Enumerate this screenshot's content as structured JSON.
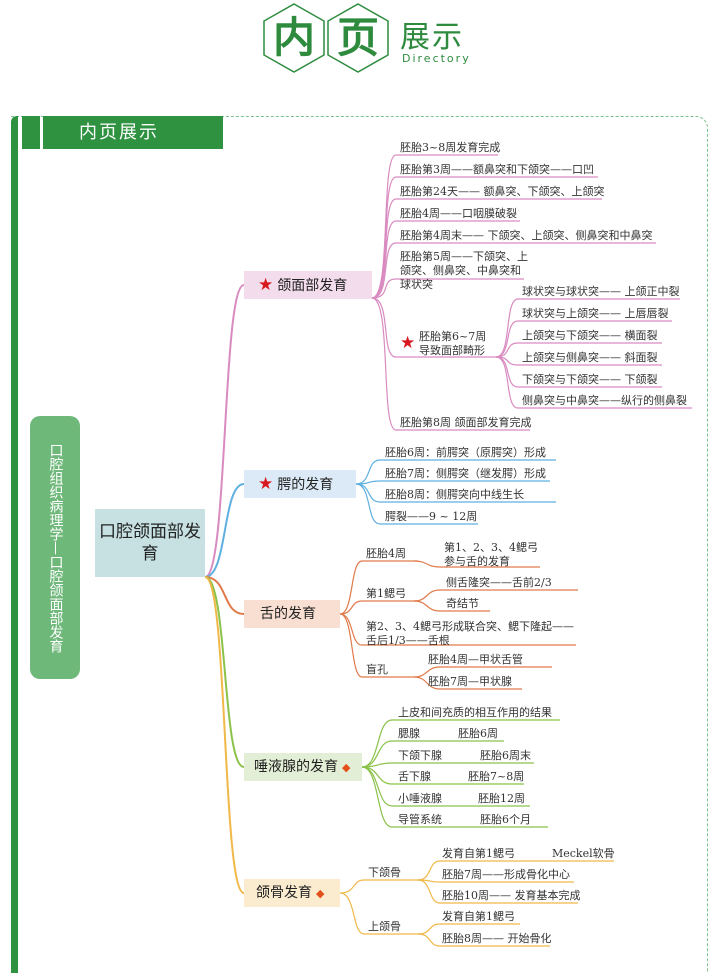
{
  "header": {
    "title_char1": "内",
    "title_char2": "页",
    "title_rest": "展示",
    "title_en": "Directory"
  },
  "colors": {
    "brand_green": "#2e9240",
    "pink_branch": "#d98bc0",
    "blue_branch": "#5fb0e0",
    "orange_branch": "#e07a4a",
    "green_branch": "#8bc24a",
    "yellow_branch": "#f0b848"
  },
  "tab_label": "内页展示",
  "side_label": "口腔组织病理学—口腔颌面部发育",
  "root_label": "口腔颌面部发育",
  "categories": [
    {
      "label": "颌面部发育",
      "icon": "star",
      "items": [
        "胚胎3~8周发育完成",
        "胚胎第3周——额鼻突和下颌突——口凹",
        "胚胎第24天—— 额鼻突、下颌突、上颌突",
        "胚胎4周——口咽膜破裂",
        "胚胎第4周末—— 下颌突、上颌突、侧鼻突和中鼻突",
        "胚胎第5周——下颌突、上颌突、侧鼻突、中鼻突和球状突",
        "胚胎第8周 颌面部发育完成"
      ],
      "sub": {
        "label": "胚胎第6~7周导致面部畸形",
        "icon": "star",
        "items": [
          "球状突与球状突—— 上颌正中裂",
          "球状突与上颌突—— 上唇唇裂",
          "上颌突与下颌突—— 横面裂",
          "上颌突与侧鼻突—— 斜面裂",
          "下颌突与下颌突—— 下颌裂",
          "侧鼻突与中鼻突——纵行的侧鼻裂"
        ]
      }
    },
    {
      "label": "腭的发育",
      "icon": "star",
      "items": [
        "胚胎6周：前腭突（原腭突）形成",
        "胚胎7周：侧腭突（继发腭）形成",
        "胚胎8周：侧腭突向中线生长",
        "腭裂——9 ~ 12周"
      ]
    },
    {
      "label": "舌的发育",
      "groups": [
        {
          "label": "胚胎4周",
          "items": [
            "第1、2、3、4鳃弓参与舌的发育"
          ]
        },
        {
          "label": "第1鳃弓",
          "items": [
            "侧舌隆突——舌前2/3",
            "奇结节"
          ]
        },
        {
          "label": "第2、3、4鳃弓形成联合突、鳃下隆起——舌后1/3——舌根",
          "items": []
        },
        {
          "label": "盲孔",
          "items": [
            "胚胎4周—甲状舌管",
            "胚胎7周—甲状腺"
          ]
        }
      ]
    },
    {
      "label": "唾液腺的发育",
      "icon": "diamond",
      "items": [
        {
          "name": "上皮和间充质的相互作用的结果",
          "value": ""
        },
        {
          "name": "腮腺",
          "value": "胚胎6周"
        },
        {
          "name": "下颌下腺",
          "value": "胚胎6周末"
        },
        {
          "name": "舌下腺",
          "value": "胚胎7~8周"
        },
        {
          "name": "小唾液腺",
          "value": "胚胎12周"
        },
        {
          "name": "导管系统",
          "value": "胚胎6个月"
        }
      ]
    },
    {
      "label": "颌骨发育",
      "icon": "diamond",
      "groups": [
        {
          "label": "下颌骨",
          "items": [
            "发育自第1鳃弓",
            "Meckel软骨",
            "胚胎7周——形成骨化中心",
            "胚胎10周—— 发育基本完成"
          ]
        },
        {
          "label": "上颌骨",
          "items": [
            "发育自第1鳃弓",
            "胚胎8周—— 开始骨化"
          ]
        }
      ]
    }
  ]
}
